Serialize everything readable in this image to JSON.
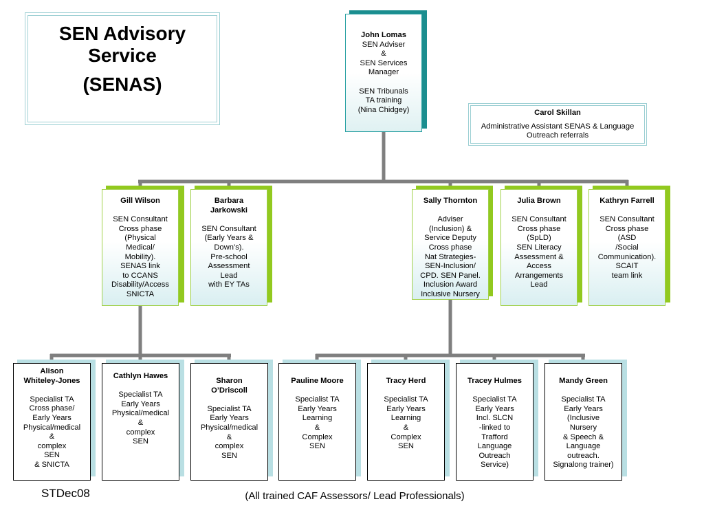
{
  "title": {
    "line1": "SEN Advisory",
    "line2": "Service",
    "line3": "(SENAS)"
  },
  "director": {
    "name": "John Lomas",
    "desc": "SEN Adviser\n&\nSEN Services\nManager\n\nSEN Tribunals\nTA training\n(Nina Chidgey)"
  },
  "admin": {
    "name": "Carol Skillan",
    "desc": "Administrative Assistant SENAS & Language Outreach referrals"
  },
  "consultants": [
    {
      "name": "Gill Wilson",
      "desc": "\nSEN Consultant\nCross phase\n(Physical\nMedical/\nMobility).\nSENAS link\nto CCANS\nDisability/Access\nSNICTA"
    },
    {
      "name": "Barbara\nJarkowski",
      "desc": "\nSEN Consultant\n(Early Years &\nDown’s).\nPre-school\nAssessment\nLead\nwith EY TAs"
    },
    {
      "name": "Sally Thornton",
      "desc": "\nAdviser\n(Inclusion) &\nService Deputy\nCross phase\nNat Strategies-\nSEN-Inclusion/\nCPD. SEN Panel.\nInclusion Award\nInclusive Nursery"
    },
    {
      "name": "Julia Brown",
      "desc": "\nSEN Consultant\nCross phase\n(SpLD)\nSEN Literacy\nAssessment &\nAccess\nArrangements\nLead"
    },
    {
      "name": "Kathryn Farrell",
      "desc": "\nSEN Consultant\nCross phase\n(ASD\n/Social\nCommunication).\nSCAIT\nteam link"
    }
  ],
  "tas": [
    {
      "name": "Alison\nWhiteley-Jones",
      "desc": "\nSpecialist TA\nCross phase/\nEarly Years\nPhysical/medical\n&\ncomplex\nSEN\n& SNICTA"
    },
    {
      "name": "Cathlyn Hawes",
      "desc": "\nSpecialist TA\nEarly Years\nPhysical/medical\n&\ncomplex\nSEN"
    },
    {
      "name": "Sharon\nO’Driscoll",
      "desc": "\nSpecialist TA\nEarly Years\nPhysical/medical\n&\ncomplex\nSEN"
    },
    {
      "name": "Pauline Moore",
      "desc": "\nSpecialist TA\nEarly Years\nLearning\n&\nComplex\nSEN"
    },
    {
      "name": "Tracy Herd",
      "desc": "\nSpecialist TA\nEarly Years\nLearning\n&\nComplex\nSEN"
    },
    {
      "name": "Tracey Hulmes",
      "desc": "\nSpecialist TA\nEarly Years\nIncl. SLCN\n-linked to\nTrafford\nLanguage\nOutreach\nService)"
    },
    {
      "name": "Mandy Green",
      "desc": "\nSpecialist TA\nEarly Years\n(Inclusive\nNursery\n& Speech &\nLanguage\noutreach.\nSignalong trainer)"
    }
  ],
  "footer": {
    "left": "STDec08",
    "center": "(All trained CAF Assessors/ Lead Professionals)"
  },
  "colors": {
    "connector": "#7f7f7f",
    "director_accent": "#1b8e8f",
    "consultant_accent": "#92c91f",
    "ta_accent": "#b9dfe3"
  }
}
